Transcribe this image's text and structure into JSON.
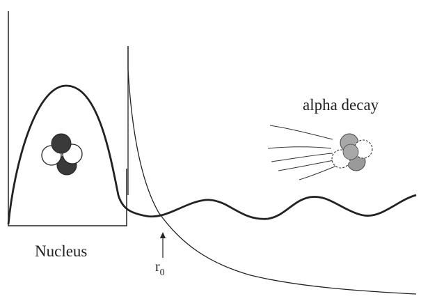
{
  "labels": {
    "nucleus": "Nucleus",
    "alpha_decay": "alpha decay",
    "r_main": "r",
    "r_sub": "0"
  },
  "colors": {
    "ink": "#222222",
    "dark_particle": "#3a3a3a",
    "light_particle": "#ffffff",
    "gray_particle": "#9a9a9a",
    "emitted_particle": "#a8a8a8"
  }
}
